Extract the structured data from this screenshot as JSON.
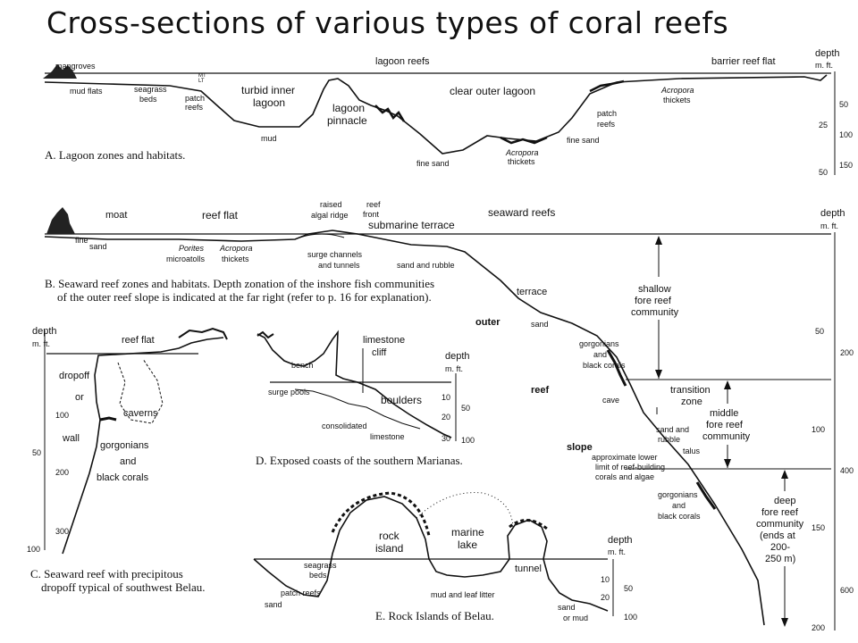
{
  "title": "Cross-sections of various types of coral reefs",
  "panel_a": {
    "caption": "A. Lagoon zones and habitats.",
    "labels": {
      "mangroves": "mangroves",
      "lagoon_reefs": "lagoon reefs",
      "barrier_reef_flat": "barrier reef flat",
      "mud_flats": "mud flats",
      "seagrass1": "seagrass",
      "seagrass2": "beds",
      "patch1": "patch",
      "patch2": "reefs",
      "turbid1": "turbid inner",
      "turbid2": "lagoon",
      "mud": "mud",
      "pinnacle1": "lagoon",
      "pinnacle2": "pinnacle",
      "clear_outer": "clear outer lagoon",
      "fine_sand": "fine sand",
      "acropora_b1": "Acropora",
      "acropora_b2": "thickets",
      "patch_r1": "patch",
      "patch_r2": "reefs",
      "fine_sand2": "fine sand",
      "acropora_r1": "Acropora",
      "acropora_r2": "thickets",
      "mt": "MT",
      "lt": "LT"
    },
    "depth_title": "depth",
    "depth_units": "m.  ft.",
    "ticks_m": [
      "25",
      "50"
    ],
    "ticks_ft": [
      "50",
      "100",
      "150"
    ]
  },
  "panel_b": {
    "caption_line1": "B. Seaward reef zones and habitats.  Depth zonation of the inshore fish communities",
    "caption_line2": "of the outer reef slope is indicated at the far right (refer to p. 16 for explanation).",
    "labels": {
      "moat": "moat",
      "reef_flat": "reef flat",
      "raised1": "raised",
      "raised2": "algal ridge",
      "reef_front1": "reef",
      "reef_front2": "front",
      "submarine": "submarine terrace",
      "seaward": "seaward reefs",
      "fine": "fine",
      "sand": "sand",
      "porites1": "Porites",
      "porites2": "microatolls",
      "acropora1": "Acropora",
      "acropora2": "thickets",
      "surge1": "surge channels",
      "surge2": "and tunnels",
      "sand_rubble": "sand and rubble",
      "terrace": "terrace",
      "outer": "outer",
      "sand_t": "sand",
      "gorg1": "gorgonians",
      "gorg2": "and",
      "gorg3": "black corals",
      "reef": "reef",
      "cave": "cave",
      "sandr1": "sand and",
      "sandr2": "rubble",
      "talus": "talus",
      "slope": "slope",
      "approx1": "approximate lower",
      "approx2": "limit of reef-building",
      "approx3": "corals and algae",
      "gorgd1": "gorgonians",
      "gorgd2": "and",
      "gorgd3": "black corals",
      "shallow1": "shallow",
      "shallow2": "fore reef",
      "shallow3": "community",
      "transition1": "transition",
      "transition2": "zone",
      "middle1": "middle",
      "middle2": "fore reef",
      "middle3": "community",
      "deep1": "deep",
      "deep2": "fore reef",
      "deep3": "community",
      "deep4": "(ends at",
      "deep5": "200-",
      "deep6": "250 m)"
    },
    "depth_title": "depth",
    "depth_units": "m.  ft.",
    "ticks_m": [
      "50",
      "100",
      "150",
      "200"
    ],
    "ticks_ft": [
      "200",
      "400",
      "600"
    ]
  },
  "panel_c": {
    "caption_line1": "C. Seaward reef with precipitous",
    "caption_line2": "dropoff typical of southwest Belau.",
    "labels": {
      "reef_flat": "reef flat",
      "dropoff": "dropoff",
      "or": "or",
      "wall": "wall",
      "caverns": "caverns",
      "gorg1": "gorgonians",
      "gorg2": "and",
      "gorg3": "black corals"
    },
    "depth_title": "depth",
    "depth_units": "m.  ft.",
    "ticks_ft": [
      "100",
      "200",
      "300"
    ],
    "ticks_m": [
      "50",
      "100"
    ]
  },
  "panel_d": {
    "caption": "D. Exposed coasts of the southern Marianas.",
    "labels": {
      "limestone1": "limestone",
      "limestone2": "cliff",
      "bench": "bench",
      "surge_pools": "surge pools",
      "boulders": "boulders",
      "consolidated1": "consolidated",
      "consolidated2": "limestone"
    },
    "depth_title": "depth",
    "depth_units": "m.  ft.",
    "ticks_m": [
      "10",
      "20",
      "30"
    ],
    "ticks_ft": [
      "50",
      "100"
    ]
  },
  "panel_e": {
    "caption": "E. Rock Islands of Belau.",
    "labels": {
      "rock1": "rock",
      "rock2": "island",
      "marine1": "marine",
      "marine2": "lake",
      "tunnel": "tunnel",
      "seagrass1": "seagrass",
      "seagrass2": "beds",
      "patch": "patch reefs",
      "sand": "sand",
      "mud_leaf": "mud and leaf litter",
      "sand_mud1": "sand",
      "sand_mud2": "or mud"
    },
    "depth_title": "depth",
    "depth_units": "m.  ft.",
    "ticks_m": [
      "10",
      "20"
    ],
    "ticks_ft": [
      "50",
      "100"
    ]
  }
}
